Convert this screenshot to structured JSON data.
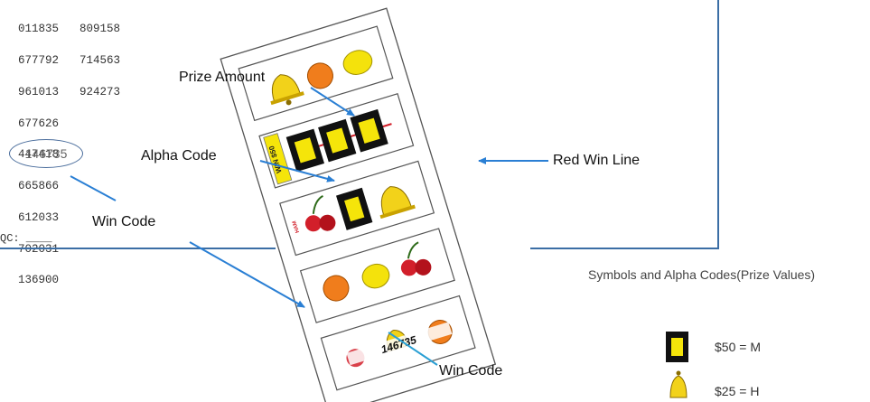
{
  "codes": {
    "column1": [
      "011835",
      "677792",
      "961013",
      "677626",
      "447418",
      "665866",
      "612033",
      "702031",
      "136900"
    ],
    "column2": [
      "809158",
      "714563",
      "924273"
    ],
    "highlighted": "146735"
  },
  "qc_label": "QC: ____",
  "labels": {
    "prize_amount": "Prize Amount",
    "alpha_code": "Alpha Code",
    "red_win_line": "Red Win Line",
    "win_code_left": "Win Code",
    "win_code_bottom": "Win Code"
  },
  "ticket": {
    "win_tag": "WIN $50",
    "alpha_code": "HAM",
    "win_code": "146735"
  },
  "legend": {
    "title": "Symbols and Alpha Codes(Prize Values)",
    "items": [
      {
        "symbol": "bar-icon",
        "value": "$50 =  M"
      },
      {
        "symbol": "bell-icon",
        "value": "$25 =  H"
      }
    ]
  },
  "colors": {
    "frame": "#3b6ea5",
    "arrow": "#2a7fd4",
    "bar_fill": "#f5e50a",
    "bell": "#f2d21a",
    "orange": "#f07d1c",
    "lemon": "#f4e20c",
    "cherry": "#d21f2a"
  }
}
